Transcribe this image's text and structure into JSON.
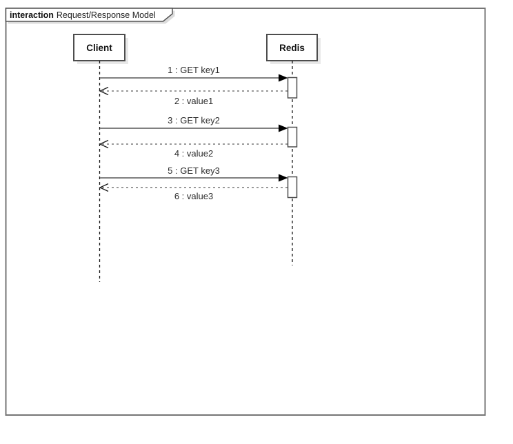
{
  "diagram": {
    "type": "uml-sequence-diagram",
    "frame": {
      "operator": "interaction",
      "title": "Request/Response Model"
    },
    "lifelines": [
      {
        "name": "Client"
      },
      {
        "name": "Redis"
      }
    ],
    "messages": [
      {
        "label": "1 : GET key1",
        "from": "Client",
        "to": "Redis",
        "line": "solid",
        "arrow": "filled"
      },
      {
        "label": "2 : value1",
        "from": "Redis",
        "to": "Client",
        "line": "dashed",
        "arrow": "open"
      },
      {
        "label": "3 : GET key2",
        "from": "Client",
        "to": "Redis",
        "line": "solid",
        "arrow": "filled"
      },
      {
        "label": "4 : value2",
        "from": "Redis",
        "to": "Client",
        "line": "dashed",
        "arrow": "open"
      },
      {
        "label": "5 : GET key3",
        "from": "Client",
        "to": "Redis",
        "line": "solid",
        "arrow": "filled"
      },
      {
        "label": "6 : value3",
        "from": "Redis",
        "to": "Client",
        "line": "dashed",
        "arrow": "open"
      }
    ],
    "activations": [
      {
        "lifeline": "Redis",
        "count": 3
      }
    ],
    "colors": {
      "background": "#ffffff",
      "frame_border": "#757575",
      "box_border": "#4d4d4d",
      "solid_message_line": "#808080",
      "return_message_line": "#999999",
      "lifeline_line": "#1a1a1a",
      "arrowhead": "#000000",
      "shadow": "#e8e8e8",
      "text": "#111111"
    }
  }
}
